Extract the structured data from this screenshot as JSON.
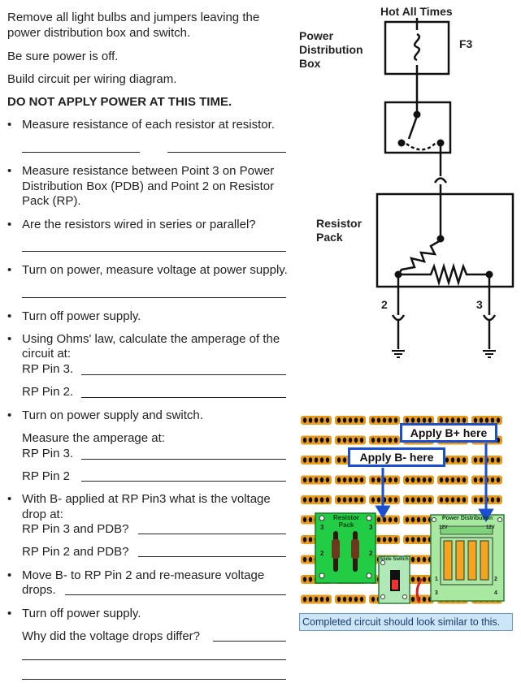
{
  "instructions": {
    "p1_line1": "Remove all light bulbs and jumpers leaving the",
    "p1_line2": "power distribution box and switch.",
    "p2": "Be sure power is off.",
    "p3": "Build circuit per wiring diagram.",
    "warning": "DO NOT APPLY POWER AT THIS TIME."
  },
  "bullet_glyph": "•",
  "questions": {
    "q1": "Measure resistance of each resistor at resistor.",
    "q2_line1": "Measure resistance between Point 3 on Power",
    "q2_line2": "Distribution Box (PDB) and Point 2 on Resistor",
    "q2_line3": "Pack (RP).",
    "q3": "Are the resistors wired in series or parallel?",
    "q4": "Turn on power, measure voltage at power supply.",
    "q5": "Turn off power supply.",
    "q6_line1": "Using Ohms' law, calculate the amperage of the",
    "q6_line2": "circuit at:",
    "q6_pin3": "RP Pin 3.",
    "q6_pin2": "RP Pin 2.",
    "q7": "Turn on power supply and switch.",
    "q7_sub": "Measure the amperage at:",
    "q7_pin3": "RP Pin 3.",
    "q7_pin2": "RP Pin 2",
    "q8_line1": "With B- applied at RP Pin3 what is the voltage",
    "q8_line2": "drop at:",
    "q8_a": "RP Pin 3 and PDB?",
    "q8_b": "RP Pin 2 and PDB?",
    "q9_line1": "Move B- to RP Pin 2 and re-measure voltage",
    "q9_line2": "drops.",
    "q10": "Turn off power supply.",
    "q10_sub": "Why did the voltage drops differ?"
  },
  "schematic": {
    "hot_label": "Hot All Times",
    "pdb_line1": "Power",
    "pdb_line2": "Distribution",
    "pdb_line3": "Box",
    "fuse_label": "F3",
    "rp_line1": "Resistor",
    "rp_line2": "Pack",
    "pin2": "2",
    "pin3": "3"
  },
  "breadboard": {
    "callout_bplus": "Apply B+ here",
    "callout_bminus": "Apply B- here",
    "rp_title1": "Resistor",
    "rp_title2": "Pack",
    "rp_pin3": "3",
    "rp_pin2": "2",
    "switch_title": "Slide Switch",
    "pdb_title": "Power Distribution",
    "pdb_12v_left": "12V",
    "pdb_12v_right": "12V",
    "pdb_pin1": "1",
    "pdb_pin2": "2",
    "pdb_pin3": "3",
    "pdb_pin4": "4",
    "caption": "Completed circuit should look similar to this.",
    "colors": {
      "board_hole": "#e89a1c",
      "rp_board": "#22cc44",
      "pdb_board": "#a8e8a0",
      "switch_board": "#b0e8b8",
      "callout_border": "#1a4fd0",
      "caption_bg": "#cce6f7"
    }
  }
}
